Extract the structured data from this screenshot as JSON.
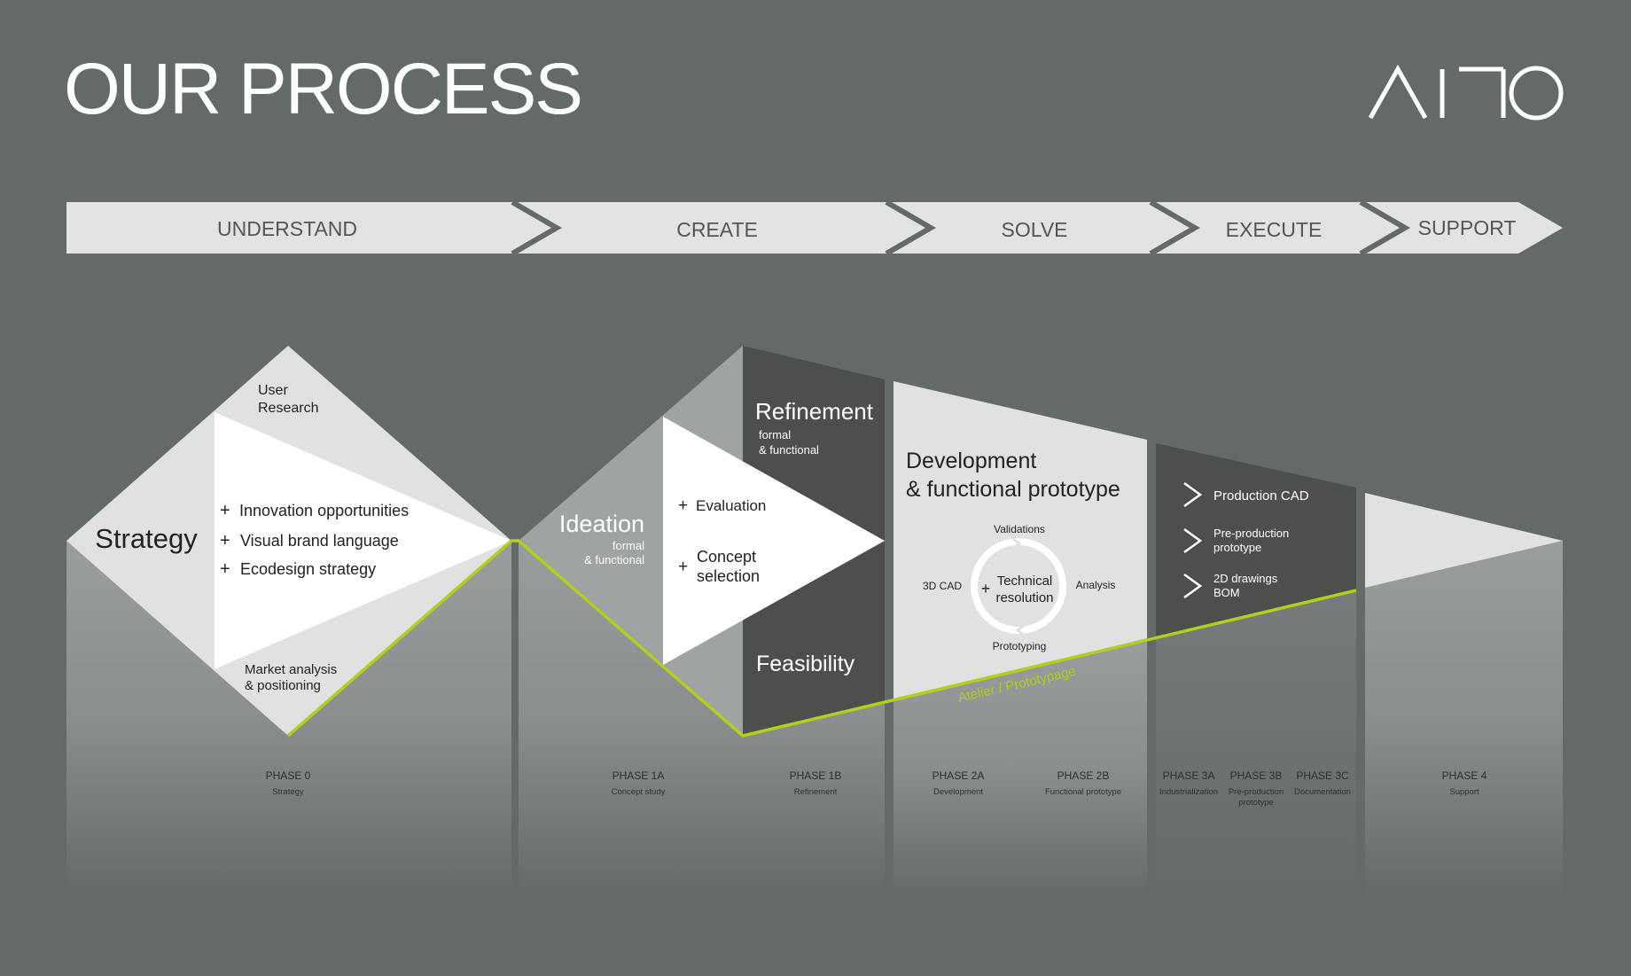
{
  "title": "OUR PROCESS",
  "logo": {
    "text": "ALTO",
    "icon": "alto-logo"
  },
  "colors": {
    "background": "#646a6a",
    "arrow_band": "#e3e3e3",
    "light": "#e1e1e1",
    "mid": "#a0a3a3",
    "dark": "#4c4f4c",
    "white": "#ffffff",
    "accent": "#b4ce1c",
    "text_dark": "#222222",
    "text_phase": "#2e2e2e"
  },
  "stages": [
    "UNDERSTAND",
    "CREATE",
    "SOLVE",
    "EXECUTE",
    "SUPPORT"
  ],
  "strategy": {
    "title": "Strategy",
    "user_research": [
      "User",
      "Research"
    ],
    "market_analysis": [
      "Market analysis",
      "& positioning"
    ],
    "items": [
      "Innovation opportunities",
      "Visual brand language",
      "Ecodesign strategy"
    ]
  },
  "ideation": {
    "title": "Ideation",
    "subtitle": [
      "formal",
      "& functional"
    ],
    "items": {
      "evaluation": "Evaluation",
      "concept": [
        "Concept",
        "selection"
      ]
    }
  },
  "refinement": {
    "title": "Refinement",
    "subtitle": [
      "formal",
      "& functional"
    ]
  },
  "feasibility": {
    "title": "Feasibility"
  },
  "development": {
    "title": [
      "Development",
      "& functional prototype"
    ],
    "cycle": {
      "center": [
        "Technical",
        "resolution"
      ],
      "top": "Validations",
      "left": "3D CAD",
      "right": "Analysis",
      "bottom": "Prototyping"
    }
  },
  "execute": {
    "items": [
      [
        "Production CAD"
      ],
      [
        "Pre-production",
        "prototype"
      ],
      [
        "2D drawings",
        "BOM"
      ]
    ]
  },
  "accent_line_label": "Atelier / Prototypage",
  "phases": [
    {
      "code": "PHASE 0",
      "name": [
        "Strategy"
      ]
    },
    {
      "code": "PHASE 1A",
      "name": [
        "Concept study"
      ]
    },
    {
      "code": "PHASE 1B",
      "name": [
        "Refinement"
      ]
    },
    {
      "code": "PHASE 2A",
      "name": [
        "Development"
      ]
    },
    {
      "code": "PHASE 2B",
      "name": [
        "Functional prototype"
      ]
    },
    {
      "code": "PHASE 3A",
      "name": [
        "Industrialization"
      ]
    },
    {
      "code": "PHASE 3B",
      "name": [
        "Pre-production",
        "prototype"
      ]
    },
    {
      "code": "PHASE 3C",
      "name": [
        "Documentation"
      ]
    },
    {
      "code": "PHASE 4",
      "name": [
        "Support"
      ]
    }
  ]
}
